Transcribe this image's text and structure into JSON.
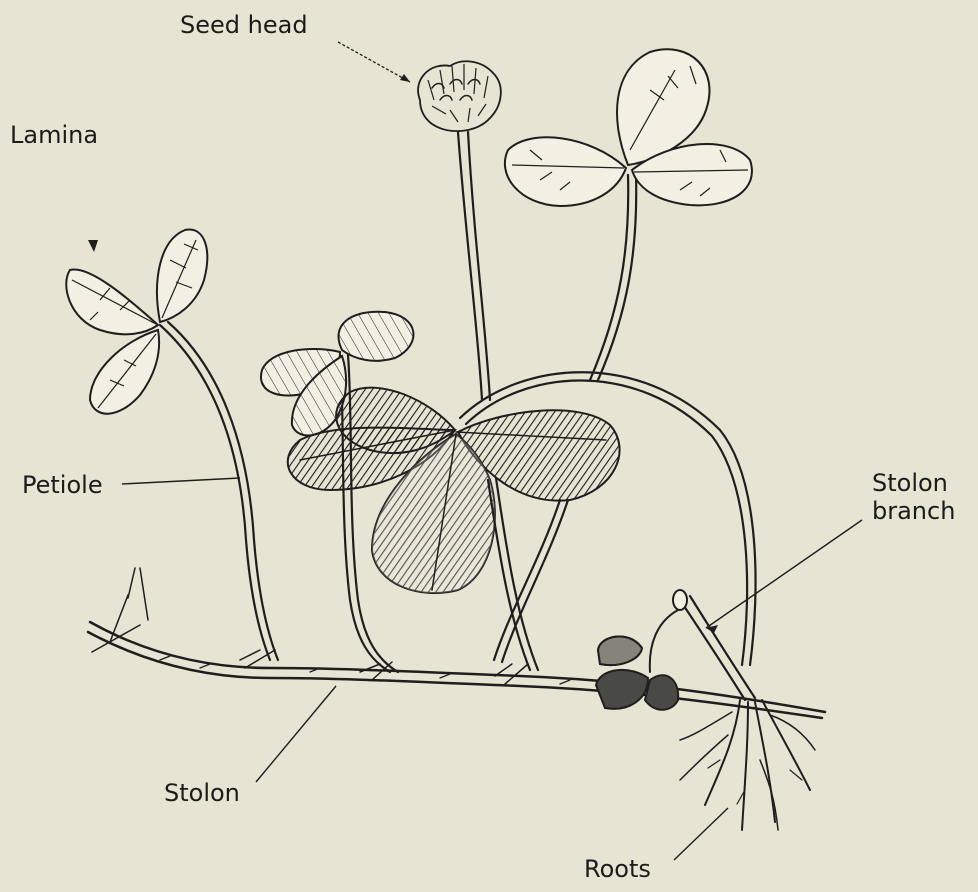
{
  "labels": {
    "seed_head": "Seed head",
    "lamina": "Lamina",
    "petiole": "Petiole",
    "stolon_branch_line1": "Stolon",
    "stolon_branch_line2": "branch",
    "stolon": "Stolon",
    "roots": "Roots"
  },
  "colors": {
    "background": "#e6e4d3",
    "ink": "#1e1e1e"
  }
}
